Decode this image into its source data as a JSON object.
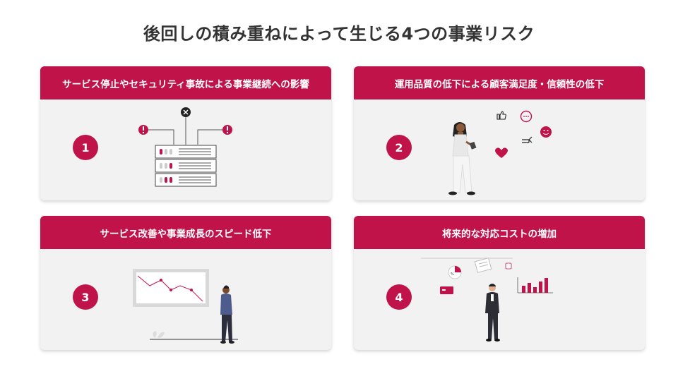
{
  "title": "後回しの積み重ねによって生じる4つの事業リスク",
  "colors": {
    "accent": "#c0134a",
    "card_bg": "#f2f2f2",
    "title": "#333333"
  },
  "cards": [
    {
      "number": "1",
      "header": "サービス停止やセキュリティ事故による事業継続への影響",
      "illustration": "server-rack-alert-icon"
    },
    {
      "number": "2",
      "header": "運用品質の低下による顧客満足度・信頼性の低下",
      "illustration": "person-social-reactions-icon"
    },
    {
      "number": "3",
      "header": "サービス改善や事業成長のスピード低下",
      "illustration": "person-declining-chart-icon"
    },
    {
      "number": "4",
      "header": "将来的な対応コストの増加",
      "illustration": "person-cost-charts-icon"
    }
  ]
}
